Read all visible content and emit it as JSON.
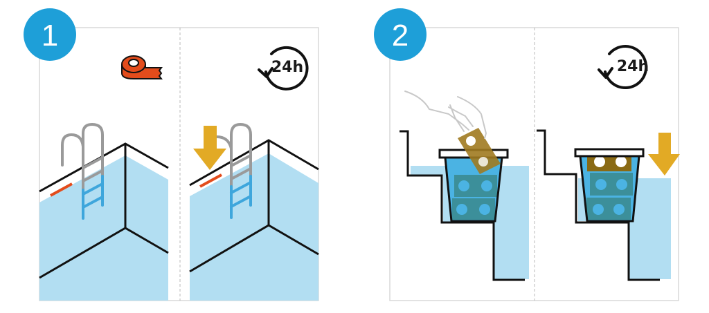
{
  "steps": [
    {
      "number": "1",
      "badge_color": "#1e9fd8",
      "panels": [
        {
          "name": "mark-water-level",
          "icon": "tape-roll-icon",
          "tape_color": "#e34c1c"
        },
        {
          "name": "wait-and-check-level",
          "icon": "clock-24h-icon",
          "icon_label": "24h",
          "arrow": "down-arrow-icon"
        }
      ]
    },
    {
      "number": "2",
      "badge_color": "#1e9fd8",
      "panels": [
        {
          "name": "insert-tablet-into-skimmer",
          "icon": "hand-icon"
        },
        {
          "name": "wait-and-check-skimmer-level",
          "icon": "clock-24h-icon",
          "icon_label": "24h",
          "arrow": "down-arrow-icon"
        }
      ]
    }
  ],
  "colors": {
    "water": "#b2def2",
    "water_dark": "#4bb3e3",
    "basket_tile": "#3c8f9a",
    "arrow": "#e2aa25",
    "ladder_rail": "#9a9a9a",
    "ladder_submerged": "#3ea6dc",
    "tablet": "#a07a20",
    "tape": "#e34c1c",
    "panel_border": "#d9d9d9"
  }
}
